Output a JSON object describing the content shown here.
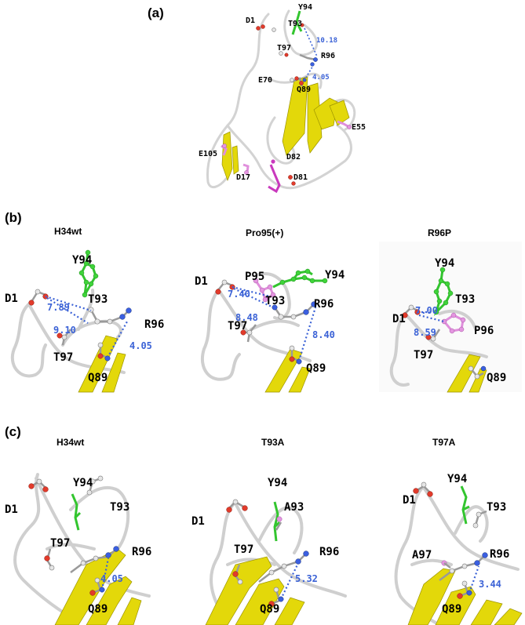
{
  "figure": {
    "panel_a": {
      "letter": "(a)",
      "residues": {
        "d1": "D1",
        "y94": "Y94",
        "t93": "T93",
        "t97": "T97",
        "r96": "R96",
        "e70": "E70",
        "q89": "Q89",
        "e55": "E55",
        "e105": "E105",
        "d82": "D82",
        "d17": "D17",
        "d81": "D81"
      },
      "distances": {
        "d1": "10.18",
        "d2": "4.05"
      }
    },
    "panel_b": {
      "letter": "(b)",
      "subpanels": [
        {
          "title": "H34wt",
          "labels": {
            "y94": "Y94",
            "d1": "D1",
            "t93": "T93",
            "r96": "R96",
            "t97": "T97",
            "q89": "Q89"
          },
          "distances": [
            "7.89",
            "9.10",
            "4.05"
          ]
        },
        {
          "title": "Pro95(+)",
          "labels": {
            "p95": "P95",
            "y94": "Y94",
            "d1": "D1",
            "t93": "T93",
            "r96": "R96",
            "t97": "T97",
            "q89": "Q89"
          },
          "distances": [
            "7.40",
            "8.48",
            "8.40"
          ]
        },
        {
          "title": "R96P",
          "labels": {
            "y94": "Y94",
            "t93": "T93",
            "d1": "D1",
            "p96": "P96",
            "t97": "T97",
            "q89": "Q89"
          },
          "distances": [
            "7.00",
            "8.59"
          ]
        }
      ]
    },
    "panel_c": {
      "letter": "(c)",
      "subpanels": [
        {
          "title": "H34wt",
          "labels": {
            "y94": "Y94",
            "d1": "D1",
            "t93": "T93",
            "t97": "T97",
            "r96": "R96",
            "q89": "Q89"
          },
          "distances": [
            "4.05"
          ]
        },
        {
          "title": "T93A",
          "labels": {
            "y94": "Y94",
            "a93": "A93",
            "d1": "D1",
            "t97": "T97",
            "r96": "R96",
            "q89": "Q89"
          },
          "distances": [
            "5.32"
          ]
        },
        {
          "title": "T97A",
          "labels": {
            "y94": "Y94",
            "d1": "D1",
            "t93": "T93",
            "a97": "A97",
            "r96": "R96",
            "q89": "Q89"
          },
          "distances": [
            "3.44"
          ]
        }
      ]
    }
  },
  "colors": {
    "sheet": "#e3d80a",
    "coil": "#cfcfcf",
    "distance": "#3b62d6",
    "oxygen": "#e23b2b",
    "nitrogen": "#3b5fe0",
    "tyrosine": "#3fd43a",
    "proline": "#e495e0"
  }
}
